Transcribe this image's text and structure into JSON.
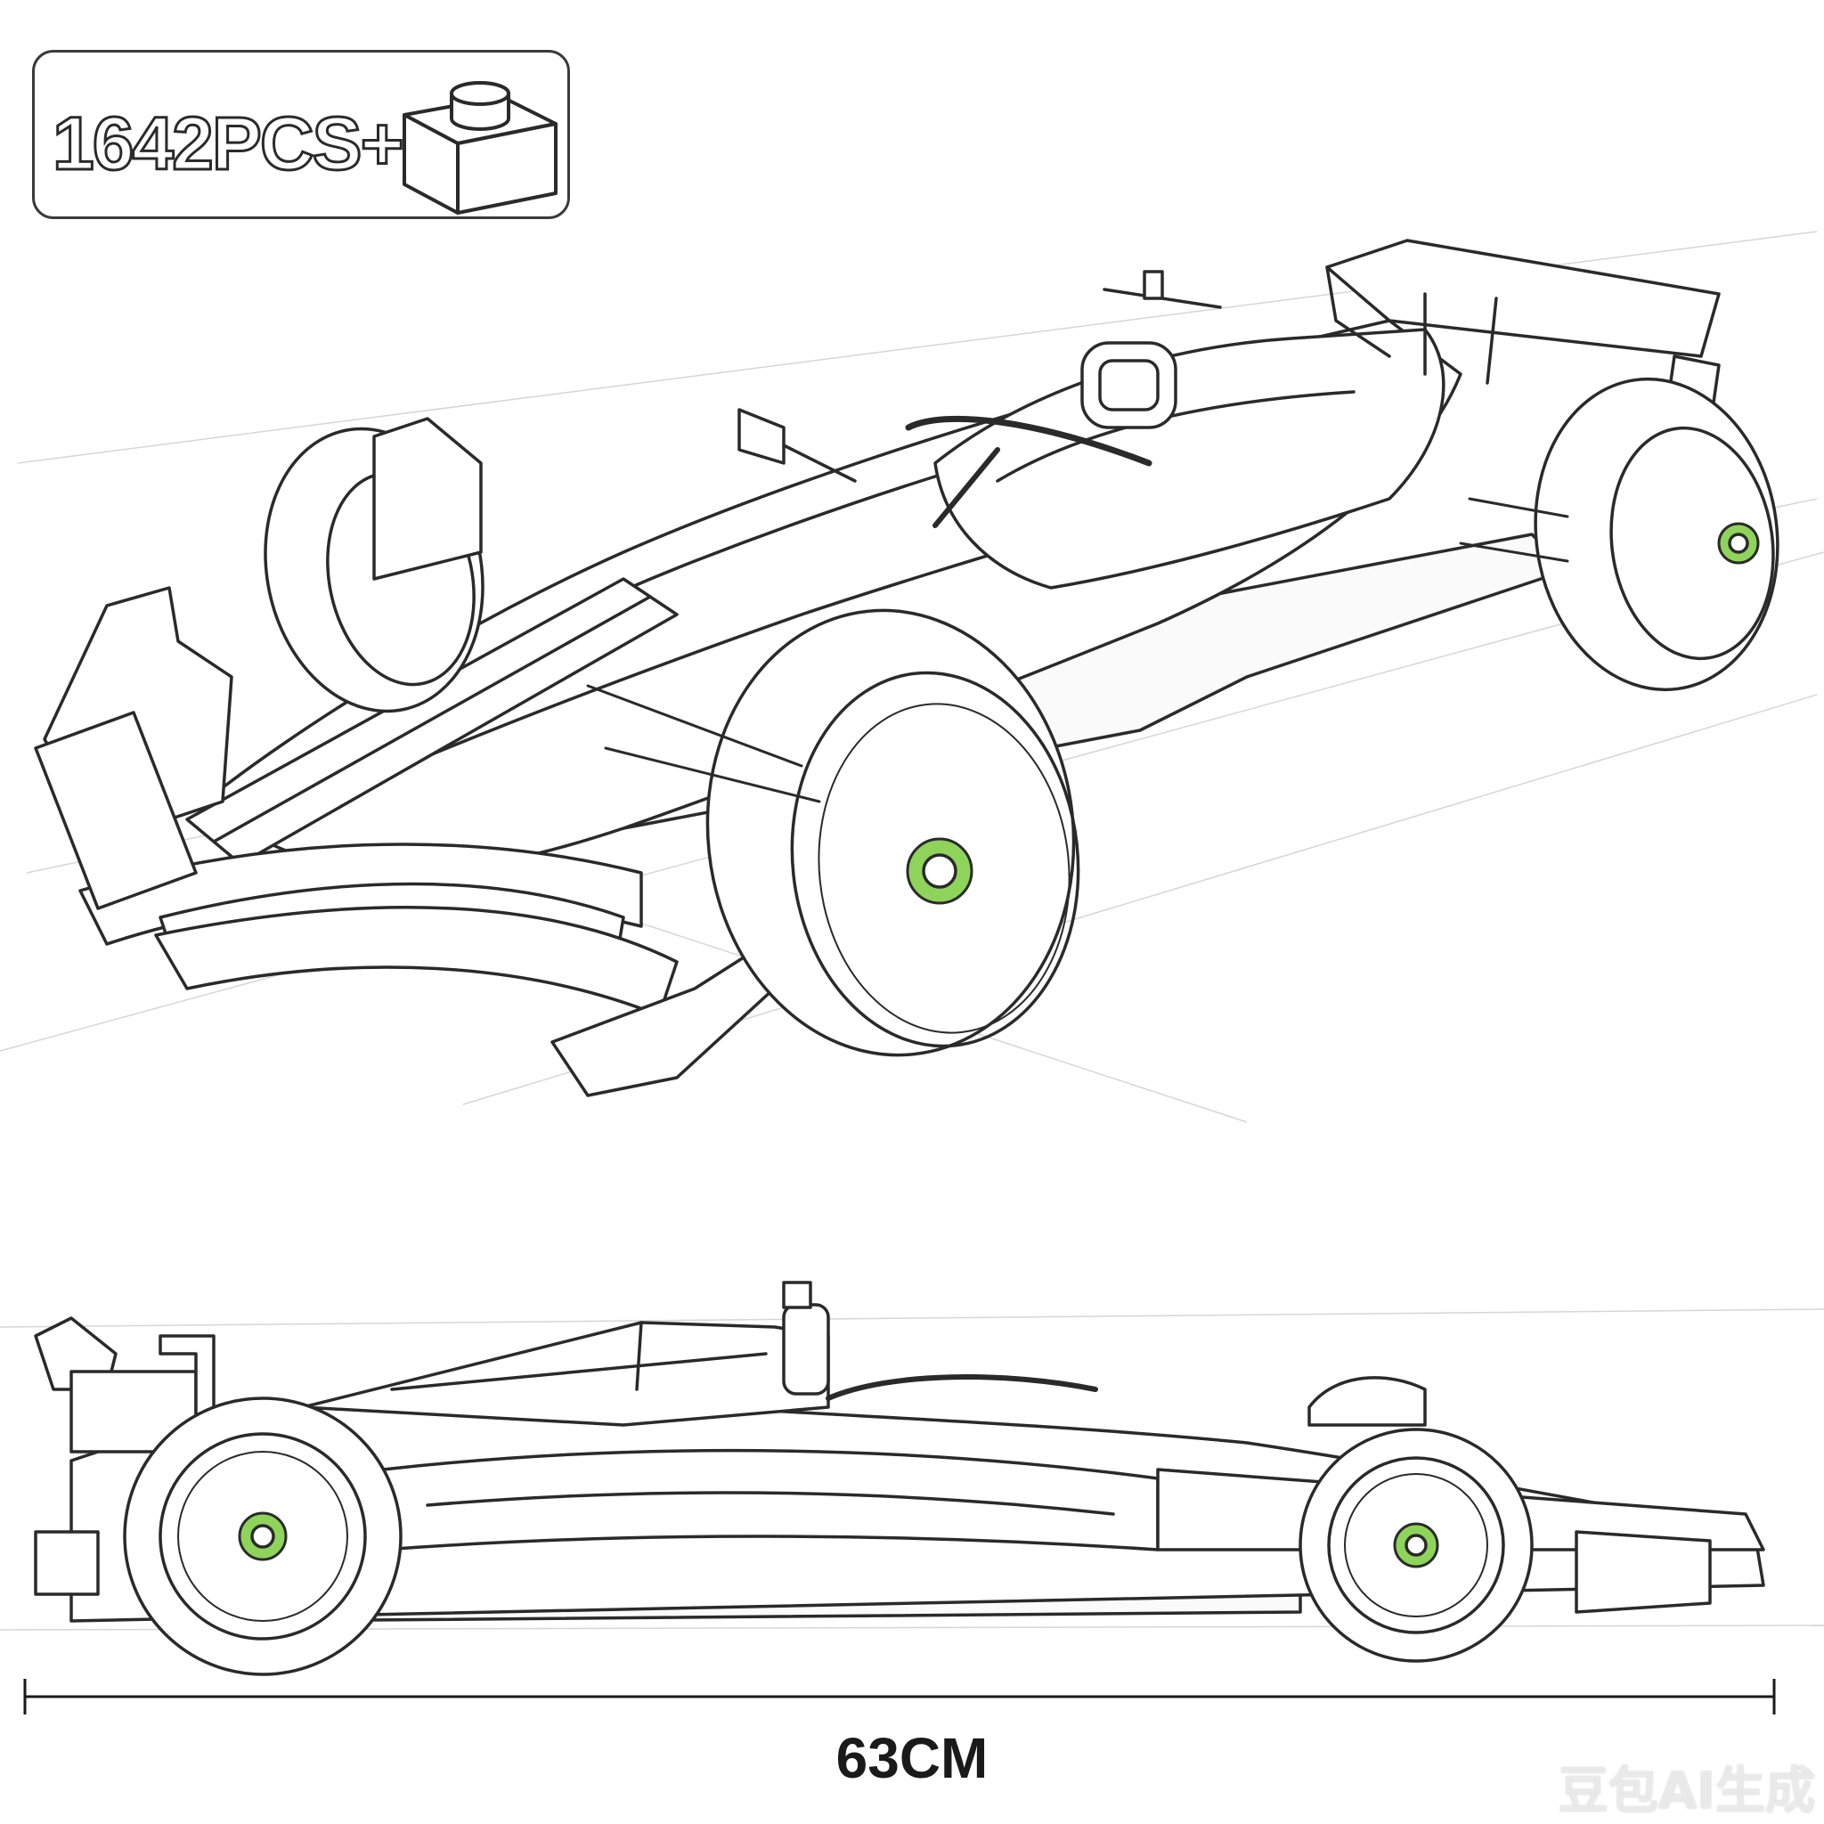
{
  "badge": {
    "piece_count": "1642PCS+",
    "icon": "brick-icon"
  },
  "illustrations": {
    "top_view": "race-car-perspective-sketch",
    "side_view": "race-car-side-sketch"
  },
  "dimension": {
    "length_label": "63CM"
  },
  "watermark": {
    "text": "豆包AI生成"
  },
  "colors": {
    "line": "#2a2a2a",
    "hub_green": "#8fd45a",
    "background": "#ffffff"
  }
}
